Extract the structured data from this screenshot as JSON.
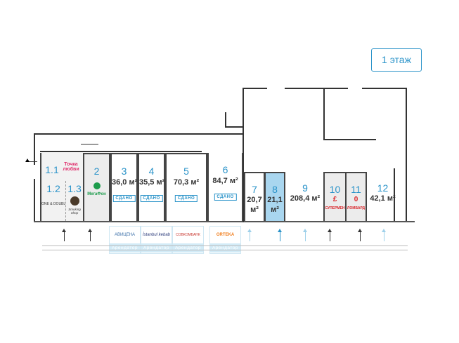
{
  "floor_label": "1 этаж",
  "units": [
    {
      "num": "1.1",
      "tenant": "Точка любви"
    },
    {
      "num": "1.2",
      "tenant": "ONE & DOUBLE"
    },
    {
      "num": "1.3",
      "tenant": "Smoking Shop"
    },
    {
      "num": "2",
      "tenant": "МегаФон"
    },
    {
      "num": "3",
      "area": "36,0 м²",
      "status": "СДАНО"
    },
    {
      "num": "4",
      "area": "35,5 м²",
      "status": "СДАНО"
    },
    {
      "num": "5",
      "area": "70,3 м²",
      "status": "СДАНО"
    },
    {
      "num": "6",
      "area": "84,7 м²",
      "status": "СДАНО"
    },
    {
      "num": "7",
      "area": "20,7",
      "unit": "м²"
    },
    {
      "num": "8",
      "area": "21,1",
      "unit": "м²"
    },
    {
      "num": "9",
      "area": "208,4 м²"
    },
    {
      "num": "10",
      "tenant": "СУПЕРМЕН"
    },
    {
      "num": "11",
      "tenant": "ЛОМБАРД"
    },
    {
      "num": "12",
      "area": "42,1 м²"
    }
  ],
  "tenants": [
    {
      "name": "АВИЦЕНА",
      "label": "Арендатор"
    },
    {
      "name": "İstanbul kebab",
      "label": "Арендатор"
    },
    {
      "name": "СОВКОМБАНК",
      "label": "Арендатор"
    },
    {
      "name": "ORTEKA",
      "label": "Арендатор"
    }
  ],
  "colors": {
    "accent": "#2a93c9",
    "selected": "#a9d6ef",
    "rented": "#ececec"
  }
}
